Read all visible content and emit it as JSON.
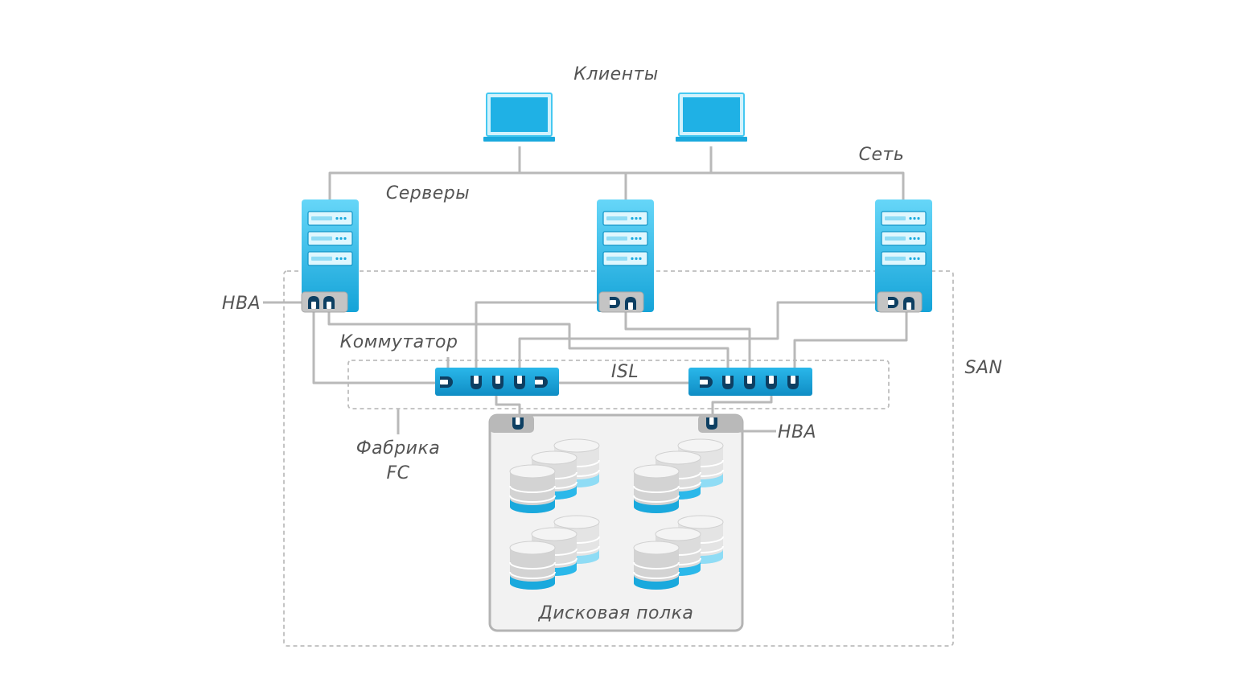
{
  "labels": {
    "clients": "Клиенты",
    "network": "Сеть",
    "servers": "Серверы",
    "hba_left": "HBA",
    "switch": "Коммутатор",
    "isl": "ISL",
    "san": "SAN",
    "fabric_line1": "Фабрика",
    "fabric_line2": "FC",
    "hba_right": "HBA",
    "disk_shelf": "Дисковая полка"
  },
  "colors": {
    "accent": "#1aa9dd",
    "accent_light": "#62d4f7",
    "port_dark": "#0d3f62",
    "wire": "#b9b9b9",
    "dashed_border": "#bdbdbd",
    "label_text": "#555555",
    "disk_gray": "#d3d3d3"
  },
  "icons": {
    "client": "laptop-icon",
    "server": "server-rack-icon",
    "switch": "fc-switch-icon",
    "storage": "disk-stack-icon"
  }
}
